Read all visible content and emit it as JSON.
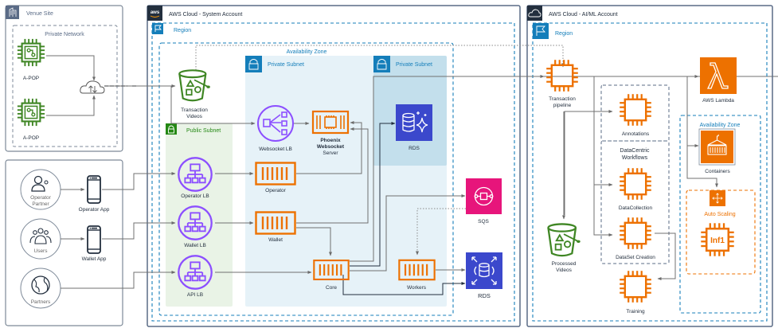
{
  "groups": {
    "venue_site": "Venue Site",
    "private_network": "Private Network",
    "system_account": "AWS Cloud - System Account",
    "system_region": "Region",
    "system_az": "Availability Zone",
    "private_subnet_1": "Private Subnet",
    "private_subnet_2": "Private Subnet",
    "public_subnet": "Public Subnet",
    "aiml_account": "AWS Cloud - AI/ML Account",
    "aiml_region": "Region",
    "aiml_az": "Availability Zone",
    "auto_scaling": "Auto Scaling",
    "datacentric_line1": "DataCentric",
    "datacentric_line2": "Workflows"
  },
  "venue": {
    "apop_1": "A-POP",
    "apop_2": "A-POP"
  },
  "actors": {
    "operator_partner_line1": "Operator",
    "operator_partner_line2": "Partner",
    "users": "Users",
    "partners": "Partners",
    "operator_app": "Operator App",
    "wallet_app": "Wallet App"
  },
  "system": {
    "transaction_videos_line1": "Transaction",
    "transaction_videos_line2": "Videos",
    "websocket_lb": "Websocket LB",
    "phoenix_line1": "Phoenix",
    "phoenix_line2": "Websocket",
    "phoenix_line3": "Server",
    "rds_private": "RDS",
    "operator_lb": "Operator LB",
    "wallet_lb": "Wallet LB",
    "api_lb": "API LB",
    "operator": "Operator",
    "wallet": "Wallet",
    "core": "Core",
    "workers": "Workers",
    "sqs": "SQS",
    "rds": "RDS"
  },
  "aiml": {
    "transaction_pipeline_line1": "Transaction",
    "transaction_pipeline_line2": "pipeline",
    "annotations": "Annotations",
    "data_collection": "DataCollection",
    "dataset_creation": "DataSet Creation",
    "training": "Training",
    "processed_videos_line1": "Processed",
    "processed_videos_line2": "Videos",
    "aws_lambda": "AWS Lambda",
    "containers": "Containers",
    "inf1": "Inf1"
  },
  "colors": {
    "compute_orange": "#ed7100",
    "storage_green": "#3f8624",
    "network_purple": "#8c4fff",
    "database_blue": "#3b48cc",
    "sqs_pink": "#e7157b",
    "region_blue": "#147eba",
    "private_subnet_fill": "#e6f2f8",
    "public_subnet_fill": "#e9f3e6",
    "aws_dark": "#232f3e"
  }
}
